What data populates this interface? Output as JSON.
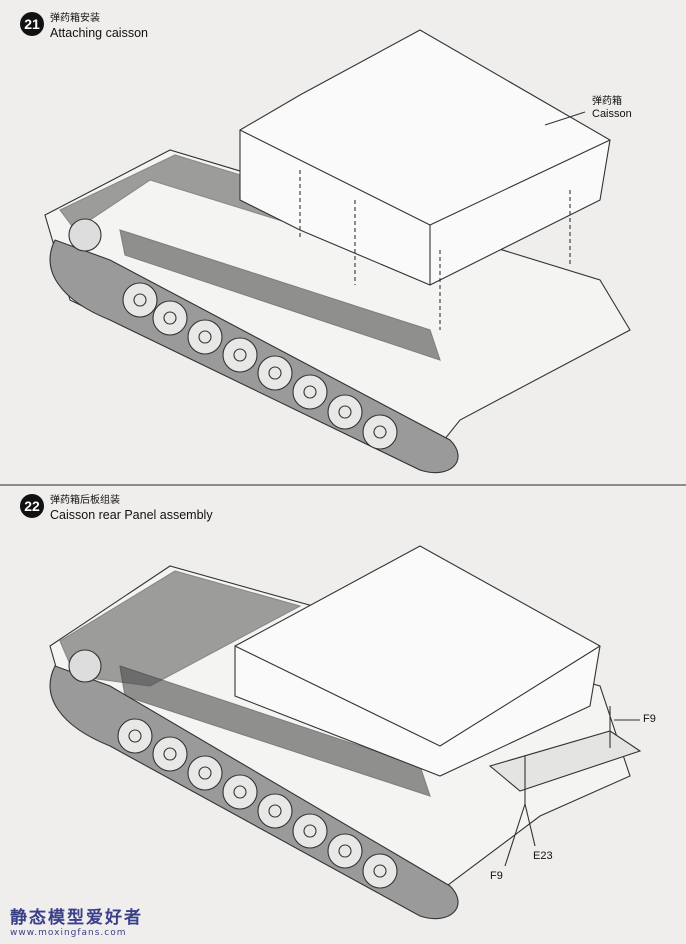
{
  "steps": [
    {
      "number": "21",
      "title_cn": "弹药箱安装",
      "title_en": "Attaching caisson",
      "callouts": [
        {
          "cn": "弹药箱",
          "en": "Caisson"
        }
      ]
    },
    {
      "number": "22",
      "title_cn": "弹药箱后板组装",
      "title_en": "Caisson rear Panel assembly",
      "parts": [
        "F9",
        "E23",
        "F9"
      ]
    }
  ],
  "watermark": {
    "main": "静态模型爱好者",
    "url": "www.moxingfans.com"
  }
}
